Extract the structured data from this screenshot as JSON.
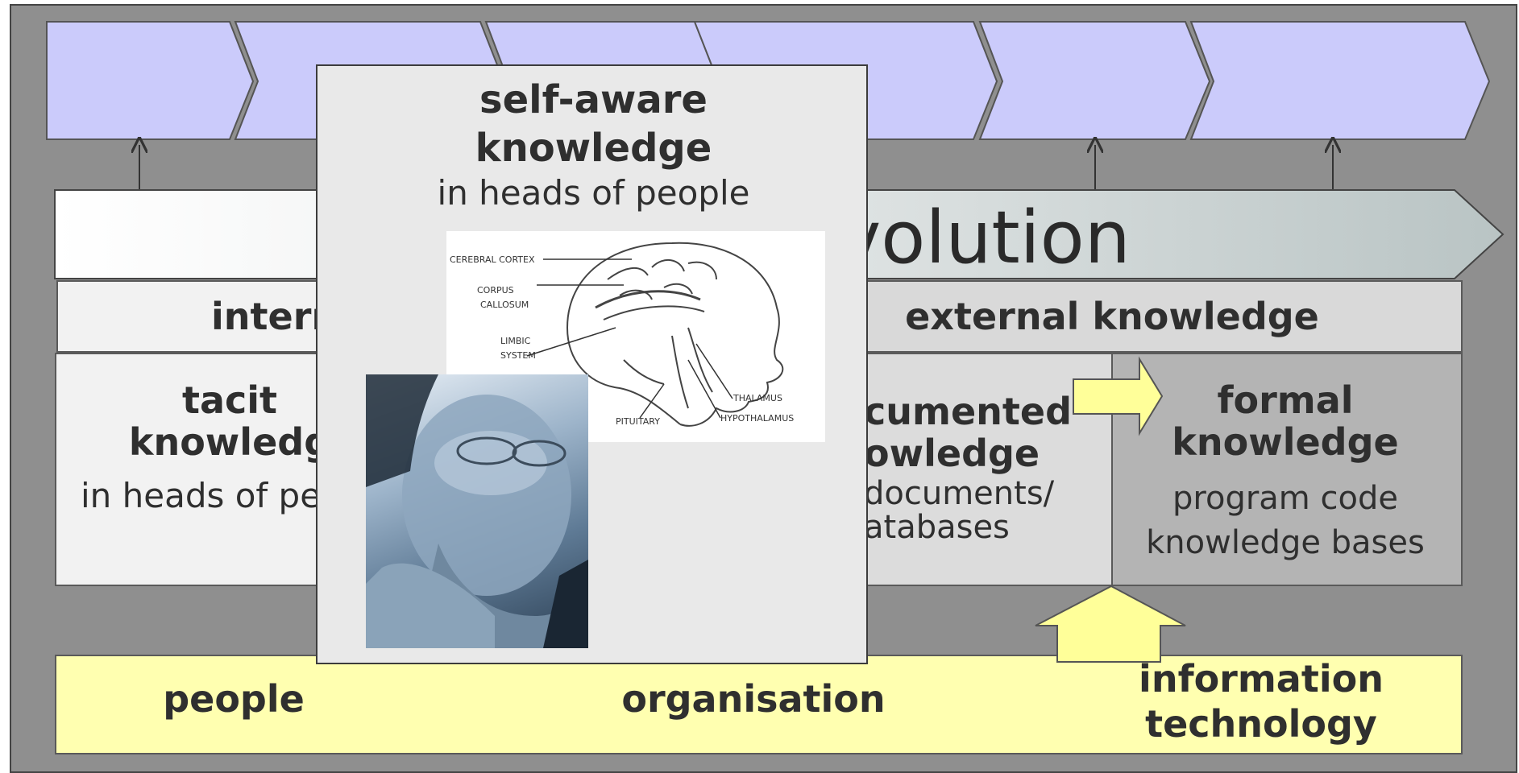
{
  "header": {
    "evolution_text": "volution"
  },
  "knowledge_bands": {
    "internal_label": "intern",
    "external_label": "external knowledge"
  },
  "columns": {
    "tacit_title": "tacit\nknowledg",
    "tacit_sub": "in heads of pe",
    "documented_title": "cumented\nowledge",
    "documented_sub": "documents/\natabases",
    "formal_title": "formal\nknowledge",
    "formal_sub": "program code\nknowledge bases"
  },
  "foundation": {
    "people": "people",
    "organisation": "organisation",
    "information_technology": "information\ntechnology"
  },
  "popup": {
    "title": "self-aware\nknowledge",
    "subtitle": "in heads of people",
    "brain_labels": {
      "cerebral_cortex": "CEREBRAL CORTEX",
      "corpus_callosum": "CORPUS\nCALLOSUM",
      "limbic_system": "LIMBIC\nSYSTEM",
      "thalamus": "THALAMUS",
      "hypothalamus": "HYPOTHALAMUS",
      "pituitary": "PITUITARY"
    }
  },
  "colors": {
    "chevron_fill": "#cbcbfb",
    "background": "#8f8f8f",
    "foundation_fill": "#ffffb0",
    "arrow_fill": "#ffff99",
    "popup_fill": "#e9e9e9"
  }
}
